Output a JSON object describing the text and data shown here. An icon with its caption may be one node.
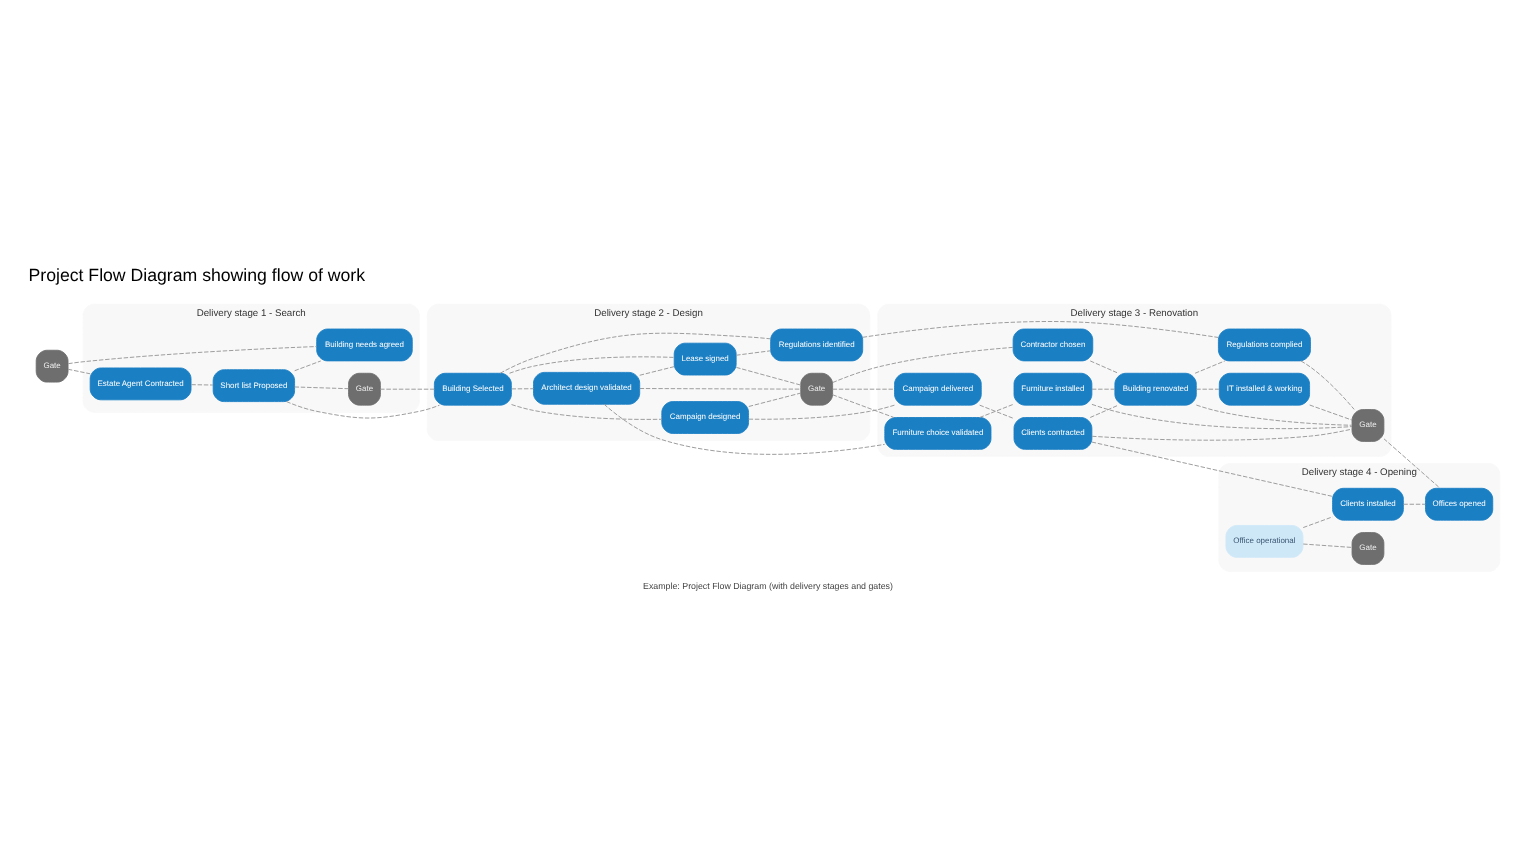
{
  "diagram": {
    "title": "Project Flow Diagram showing flow of work",
    "caption": "Example: Project Flow Diagram (with delivery stages and gates)",
    "nodes": [
      {
        "text": [
          "Delivery stage 1 - Search"
        ]
      },
      {
        "text": [
          "Delivery stage 2 - Design"
        ]
      },
      {
        "text": [
          "Delivery stage 3 - Renovation"
        ]
      },
      {
        "text": [
          "Delivery stage 4 - Opening"
        ]
      },
      {
        "text": [
          "Gate"
        ]
      },
      {
        "text": [
          "Estate Agent Contracted"
        ],
        "in": 0
      },
      {
        "text": [
          "Short list Proposed"
        ],
        "in": 0
      },
      {
        "text": [
          "Building needs agreed"
        ],
        "in": 0
      },
      {
        "text": [
          "Gate"
        ],
        "in": 0
      },
      {
        "text": [
          "Campaign designed"
        ],
        "in": 1
      },
      {
        "text": [
          "Building Selected"
        ],
        "in": 1
      },
      {
        "text": [
          "Architect design validated"
        ],
        "in": 1
      },
      {
        "text": [
          "Lease signed"
        ],
        "in": 1
      },
      {
        "text": [
          "Regulations identified"
        ],
        "in": 1
      },
      {
        "text": [
          "Gate"
        ],
        "in": 1
      },
      {
        "text": [
          "Campaign delivered"
        ],
        "in": 2
      },
      {
        "text": [
          "Clients contracted"
        ],
        "in": 2
      },
      {
        "text": [
          "Furniture choice validated"
        ],
        "in": 2
      },
      {
        "text": [
          "Furniture installed"
        ],
        "in": 2
      },
      {
        "text": [
          "Contractor chosen"
        ],
        "in": 2
      },
      {
        "text": [
          "Building renovated"
        ],
        "in": 2
      },
      {
        "text": [
          "IT installed & working"
        ],
        "in": 2
      },
      {
        "text": [
          "Regulations complied"
        ],
        "in": 2
      },
      {
        "text": [
          "Gate"
        ],
        "in": 2
      },
      {
        "text": [
          "Office operational"
        ],
        "in": 3
      },
      {
        "text": [
          "Clients installed"
        ],
        "in": 3
      },
      {
        "text": [
          "Offices opened"
        ],
        "in": 3
      },
      {
        "text": [
          "Gate"
        ],
        "in": 3
      }
    ],
    "edges": [
      {
        "from": 4,
        "to": 5,
        "arrow": "none",
        "style": "dashed"
      },
      {
        "from": 4,
        "to": 7,
        "arrow": "none",
        "style": "dashed"
      },
      {
        "from": 5,
        "to": 6,
        "arrow": "none",
        "style": "dashed"
      },
      {
        "from": 6,
        "to": 7,
        "arrow": "none",
        "style": "dashed"
      },
      {
        "from": 6,
        "to": 8,
        "arrow": "none",
        "style": "dashed"
      },
      {
        "from": 6,
        "to": 10,
        "arrow": "none",
        "style": "dashed"
      },
      {
        "from": 8,
        "to": 10,
        "arrow": "none",
        "style": "dashed"
      },
      {
        "from": 10,
        "to": 9,
        "arrow": "none",
        "style": "dashed"
      },
      {
        "from": 10,
        "to": 11,
        "arrow": "none",
        "style": "dashed"
      },
      {
        "from": 10,
        "to": 12,
        "arrow": "none",
        "style": "dashed"
      },
      {
        "from": 10,
        "to": 13,
        "arrow": "none",
        "style": "dashed"
      },
      {
        "from": 11,
        "to": 12,
        "arrow": "none",
        "style": "dashed"
      },
      {
        "from": 12,
        "to": 13,
        "arrow": "none",
        "style": "dashed"
      },
      {
        "from": 12,
        "to": 14,
        "arrow": "none",
        "style": "dashed"
      },
      {
        "from": 9,
        "to": 14,
        "arrow": "none",
        "style": "dashed"
      },
      {
        "from": 11,
        "to": 14,
        "arrow": "none",
        "style": "dashed"
      },
      {
        "from": 9,
        "to": 15,
        "arrow": "none",
        "style": "dashed"
      },
      {
        "from": 11,
        "to": 17,
        "arrow": "none",
        "style": "dashed"
      },
      {
        "from": 14,
        "to": 15,
        "arrow": "none",
        "style": "dashed"
      },
      {
        "from": 14,
        "to": 17,
        "arrow": "none",
        "style": "dashed"
      },
      {
        "from": 14,
        "to": 19,
        "arrow": "none",
        "style": "dashed"
      },
      {
        "from": 13,
        "to": 22,
        "arrow": "none",
        "style": "dashed"
      },
      {
        "from": 15,
        "to": 16,
        "arrow": "none",
        "style": "dashed"
      },
      {
        "from": 16,
        "to": 23,
        "arrow": "none",
        "style": "dashed"
      },
      {
        "from": 16,
        "to": 20,
        "arrow": "none",
        "style": "dashed"
      },
      {
        "from": 16,
        "to": 25,
        "arrow": "none",
        "style": "dashed"
      },
      {
        "from": 17,
        "to": 18,
        "arrow": "none",
        "style": "dashed"
      },
      {
        "from": 18,
        "to": 23,
        "arrow": "none",
        "style": "dashed"
      },
      {
        "from": 18,
        "to": 20,
        "arrow": "none",
        "style": "dashed"
      },
      {
        "from": 19,
        "to": 20,
        "arrow": "none",
        "style": "dashed"
      },
      {
        "from": 20,
        "to": 23,
        "arrow": "none",
        "style": "dashed"
      },
      {
        "from": 20,
        "to": 21,
        "arrow": "none",
        "style": "dashed"
      },
      {
        "from": 20,
        "to": 22,
        "arrow": "none",
        "style": "dashed"
      },
      {
        "from": 21,
        "to": 23,
        "arrow": "none",
        "style": "dashed"
      },
      {
        "from": 22,
        "to": 23,
        "arrow": "none",
        "style": "dashed"
      },
      {
        "from": 23,
        "to": 26,
        "arrow": "none",
        "style": "dashed"
      },
      {
        "from": 24,
        "to": 25,
        "arrow": "none",
        "style": "dashed"
      },
      {
        "from": 24,
        "to": 27,
        "arrow": "none",
        "style": "dashed"
      },
      {
        "from": 25,
        "to": 26,
        "arrow": "none",
        "style": "dashed"
      }
    ]
  }
}
